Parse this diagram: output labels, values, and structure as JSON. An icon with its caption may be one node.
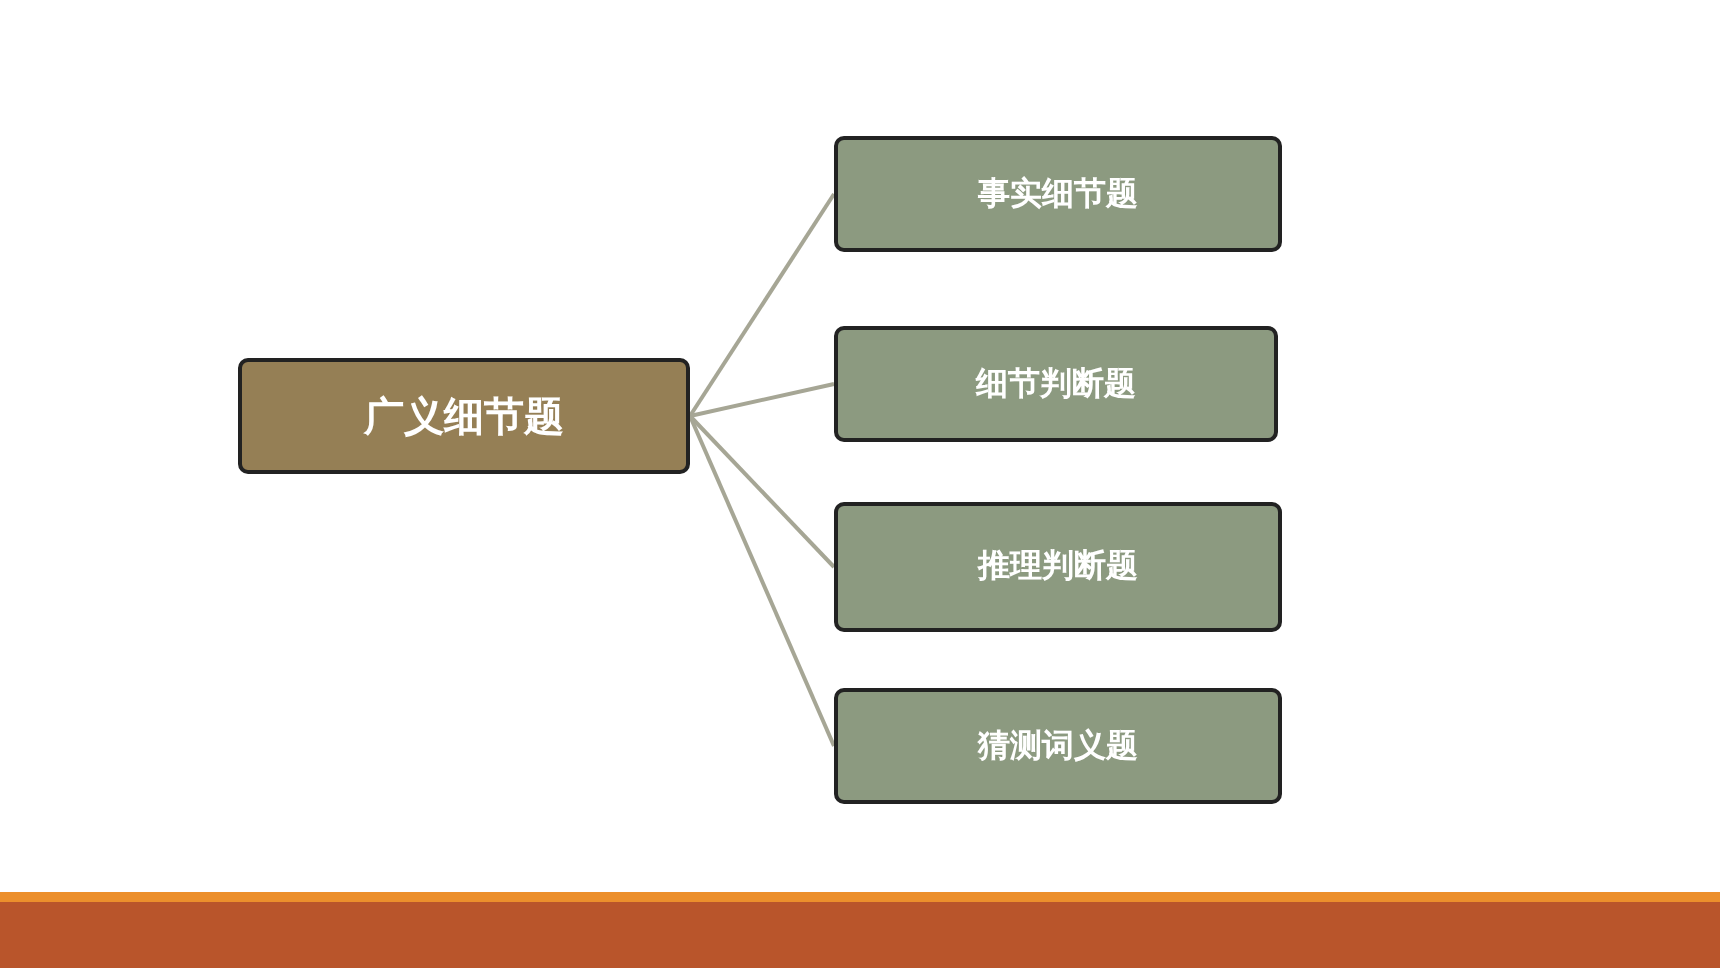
{
  "diagram": {
    "nodes": [
      {
        "text": [
          "广义细节题"
        ]
      },
      {
        "text": [
          "事实细节题"
        ]
      },
      {
        "text": [
          "细节判断题"
        ]
      },
      {
        "text": [
          "推理判断题"
        ]
      },
      {
        "text": [
          "猜测词义题"
        ]
      }
    ],
    "edges": [
      {
        "from": 0,
        "to": 1,
        "arrow": "none"
      },
      {
        "from": 0,
        "to": 2,
        "arrow": "none"
      },
      {
        "from": 0,
        "to": 3,
        "arrow": "none"
      },
      {
        "from": 0,
        "to": 4,
        "arrow": "none"
      }
    ]
  }
}
